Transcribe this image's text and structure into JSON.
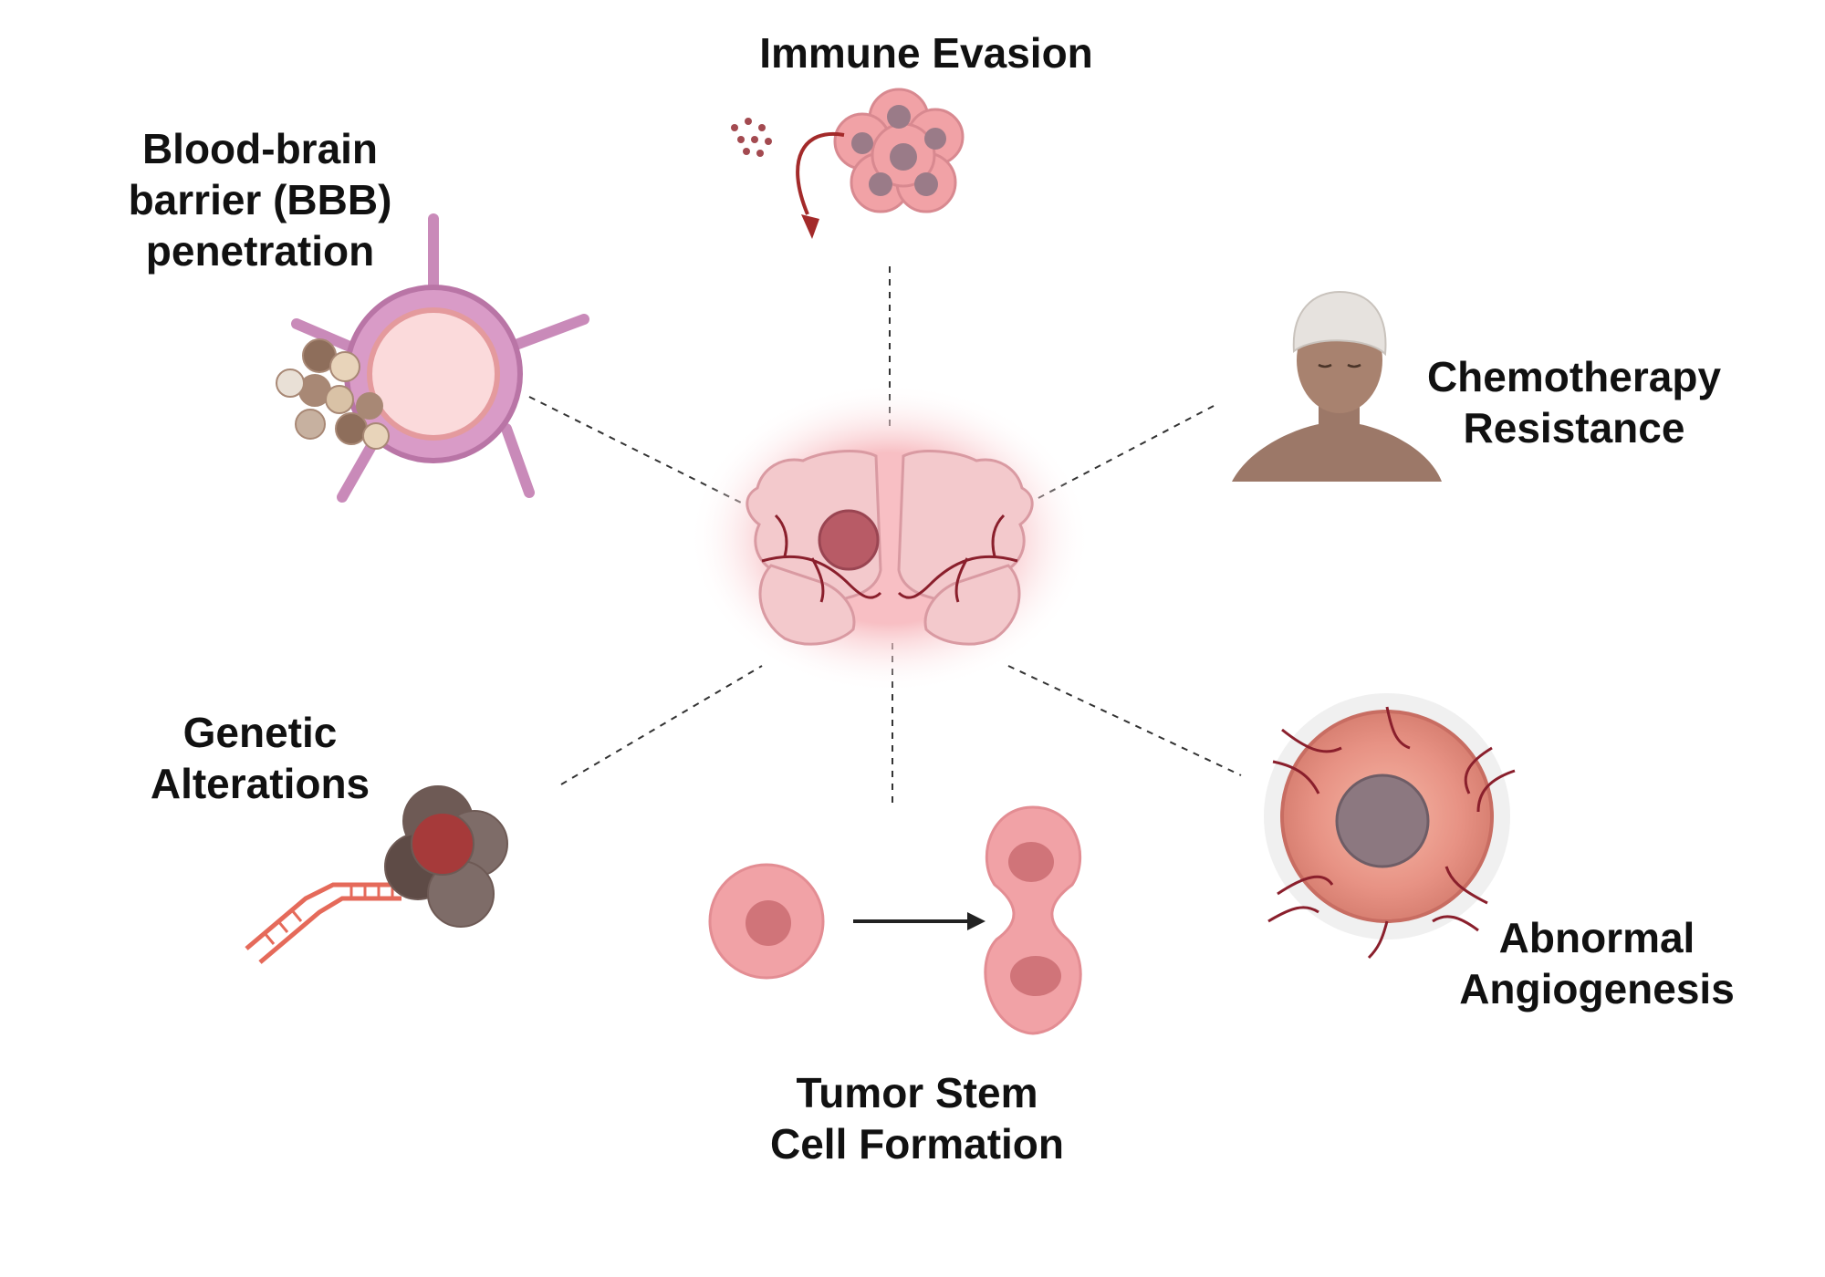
{
  "labels": {
    "immune": [
      "Immune Evasion"
    ],
    "bbb": [
      "Blood-brain",
      "barrier (BBB)",
      "penetration"
    ],
    "chemo": [
      "Chemotherapy",
      "Resistance"
    ],
    "genetic": [
      "Genetic",
      "Alterations"
    ],
    "stem": [
      "Tumor Stem",
      "Cell Formation"
    ],
    "angio": [
      "Abnormal",
      "Angiogenesis"
    ]
  },
  "colors": {
    "brain_fill": "#f3c9cc",
    "brain_glow": "#f7b8bd",
    "vessel": "#8a1f2c",
    "tumor": "#b85b66",
    "cell_fill": "#f1a2a6",
    "cell_nucleus": "#d07479",
    "bbb_membrane": "#c98ab9",
    "dna": "#e56a5a",
    "skin": "#9c7868",
    "arrow": "#222222"
  }
}
